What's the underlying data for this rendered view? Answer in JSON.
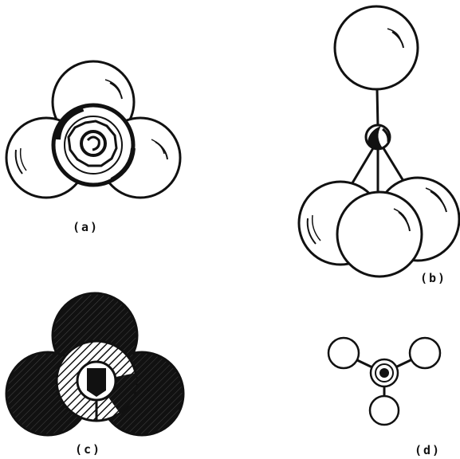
{
  "figure": {
    "panels": [
      {
        "id": "a",
        "label": "(a)"
      },
      {
        "id": "b",
        "label": "(b)"
      },
      {
        "id": "c",
        "label": "(c)"
      },
      {
        "id": "d",
        "label": "(d)"
      }
    ],
    "colors": {
      "ink": "#111111",
      "paper": "#ffffff"
    }
  }
}
